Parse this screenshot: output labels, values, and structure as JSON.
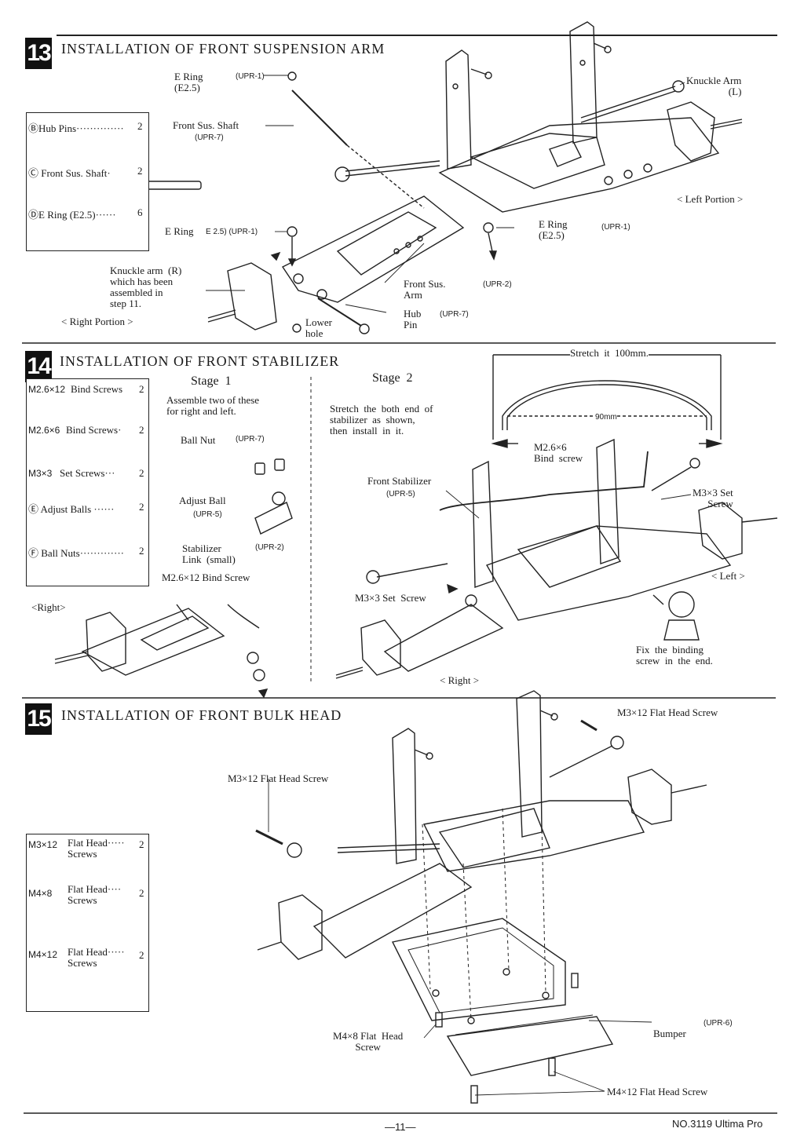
{
  "s13": {
    "num": "13",
    "title": "INSTALLATION OF FRONT SUSPENSION ARM",
    "parts": [
      {
        "name": "ⒷHub Pins··············",
        "qty": "2"
      },
      {
        "name": "Ⓒ Front Sus. Shaft·",
        "qty": "2"
      },
      {
        "name": "ⒹE Ring  (E2.5)······",
        "qty": "6"
      }
    ],
    "e_ring_top": "E Ring\n(E2.5)",
    "e_ring_top_code": "(UPR-1)",
    "front_sus_shaft": "Front Sus. Shaft",
    "front_sus_shaft_code": "(UPR-7)",
    "knuckle_arm_l": "Knuckle Arm\n(L)",
    "left_portion": "< Left Portion >",
    "e_ring_left": "E Ring",
    "e_ring_left_detail": "E 2.5) (UPR-1)",
    "e_ring_right": "E Ring\n(E2.5)",
    "e_ring_right_code": "(UPR-1)",
    "knuckle_arm_r": "Knuckle arm  (R)\nwhich has been\nassembled in\nstep 11.",
    "right_portion": "< Right Portion >",
    "front_sus_arm": "Front Sus.\nArm",
    "front_sus_arm_code": "(UPR-2)",
    "hub_pin": "Hub\nPin",
    "hub_pin_code": "(UPR-7)",
    "lower_hole": "Lower\nhole"
  },
  "s14": {
    "num": "14",
    "title": "INSTALLATION OF FRONT STABILIZER",
    "parts": [
      {
        "code": "M2.6×12",
        "name": "Bind Screws",
        "qty": "2"
      },
      {
        "code": "M2.6×6",
        "name": "Bind Screws·",
        "qty": "2"
      },
      {
        "code": "M3×3",
        "name": "Set Screws···",
        "qty": "2"
      },
      {
        "code": "",
        "name": "Ⓔ Adjust Balls ······",
        "qty": "2"
      },
      {
        "code": "",
        "name": "Ⓕ Ball Nuts·············",
        "qty": "2"
      }
    ],
    "stage1": "Stage  1",
    "stage1_text": "Assemble two of these\nfor right and left.",
    "ball_nut": "Ball Nut",
    "ball_nut_code": "(UPR-7)",
    "adjust_ball": "Adjust Ball",
    "adjust_ball_code": "(UPR-5)",
    "stab_link": "Stabilizer\nLink  (small)",
    "stab_link_code": "(UPR-2)",
    "bind_screw_12": "M2.6×12 Bind Screw",
    "right": "<Right>",
    "stage2": "Stage  2",
    "stage2_text": "Stretch  the  both  end  of\nstabilizer  as  shown,\nthen  install  in  it.",
    "stretch": "Stretch  it  100mm.",
    "dim90": "90mm",
    "bind_screw_6": "M2.6×6\nBind  screw",
    "front_stab": "Front Stabilizer",
    "front_stab_code": "(UPR-5)",
    "set_screw_r": "M3×3 Set\nScrew",
    "set_screw_l": "M3×3 Set  Screw",
    "left": "< Left >",
    "right2": "< Right >",
    "fix_text": "Fix  the  binding\nscrew  in  the  end."
  },
  "s15": {
    "num": "15",
    "title": "INSTALLATION OF FRONT BULK HEAD",
    "parts": [
      {
        "code": "M3×12",
        "name": "Flat Head·····\nScrews",
        "qty": "2"
      },
      {
        "code": "M4×8",
        "name": "Flat Head····\nScrews",
        "qty": "2"
      },
      {
        "code": "M4×12",
        "name": "Flat Head·····\nScrews",
        "qty": "2"
      }
    ],
    "m3_top_right": "M3×12 Flat Head Screw",
    "m3_left": "M3×12 Flat Head Screw",
    "m4x8": "M4×8 Flat  Head\nScrew",
    "bumper": "Bumper",
    "bumper_code": "(UPR-6)",
    "m4x12": "M4×12 Flat Head Screw"
  },
  "footer": {
    "page": "—11—",
    "model": "NO.3119 Ultima Pro"
  }
}
